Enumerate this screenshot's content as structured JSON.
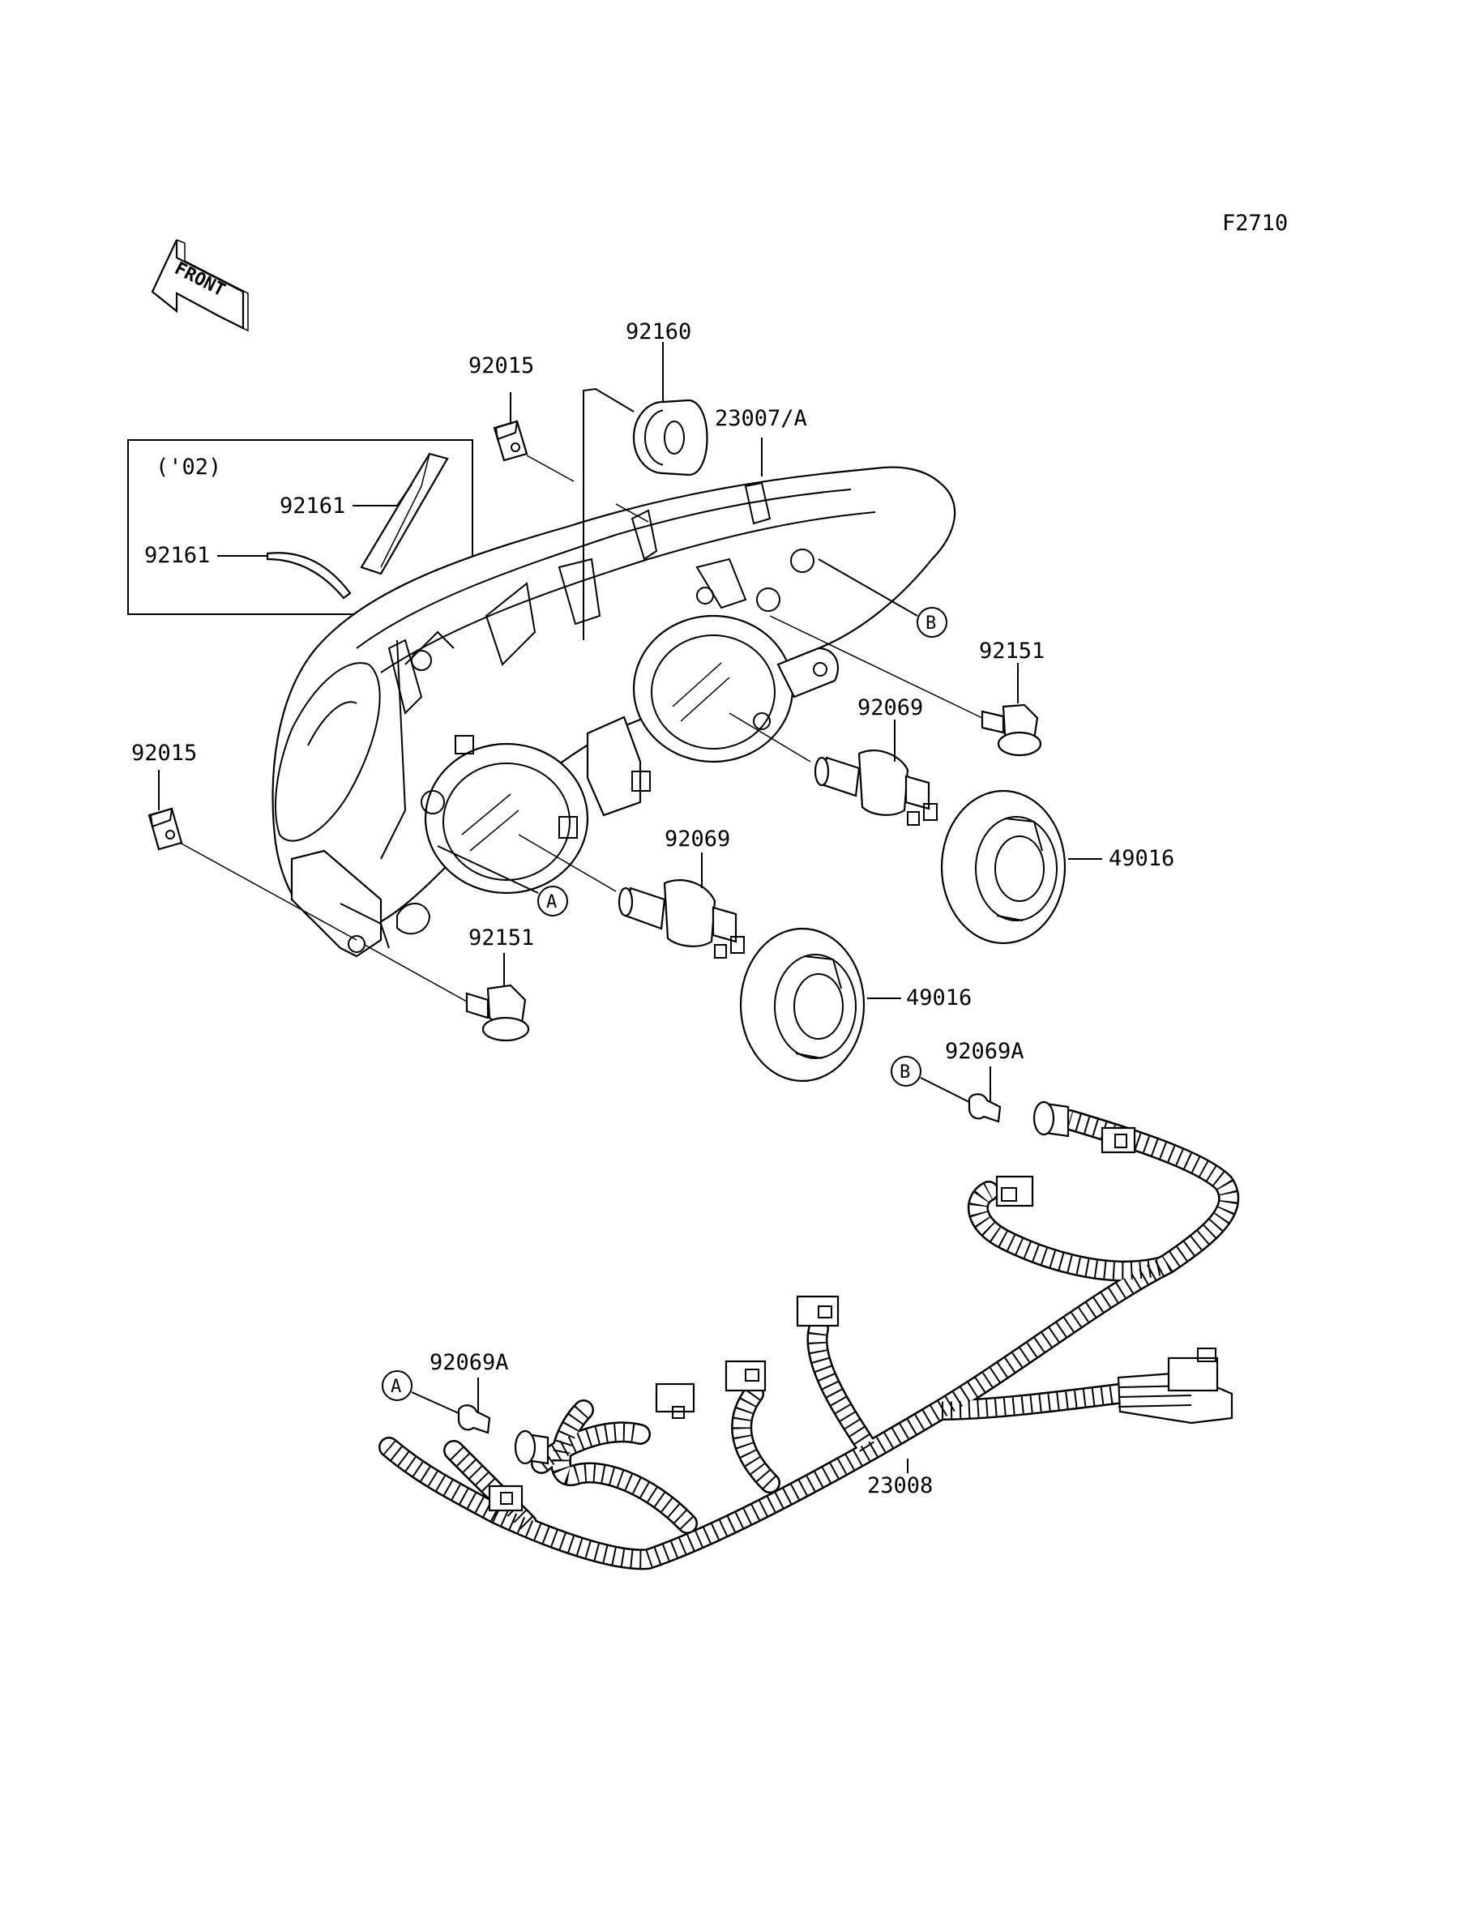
{
  "diagram_code": "F2710",
  "front_label": "FRONT",
  "inset_label": "('02)",
  "ref_a": "A",
  "ref_b": "B",
  "labels": {
    "p92160": "92160",
    "p23007a": "23007/A",
    "p92015_top": "92015",
    "p92161_upper": "92161",
    "p92161_lower": "92161",
    "p92151_right": "92151",
    "p92069_right": "92069",
    "p49016_right": "49016",
    "p92015_left": "92015",
    "p92069_center": "92069",
    "p49016_center": "49016",
    "p92151_bottom": "92151",
    "p92069a_right": "92069A",
    "p92069a_left": "92069A",
    "p23008": "23008"
  }
}
